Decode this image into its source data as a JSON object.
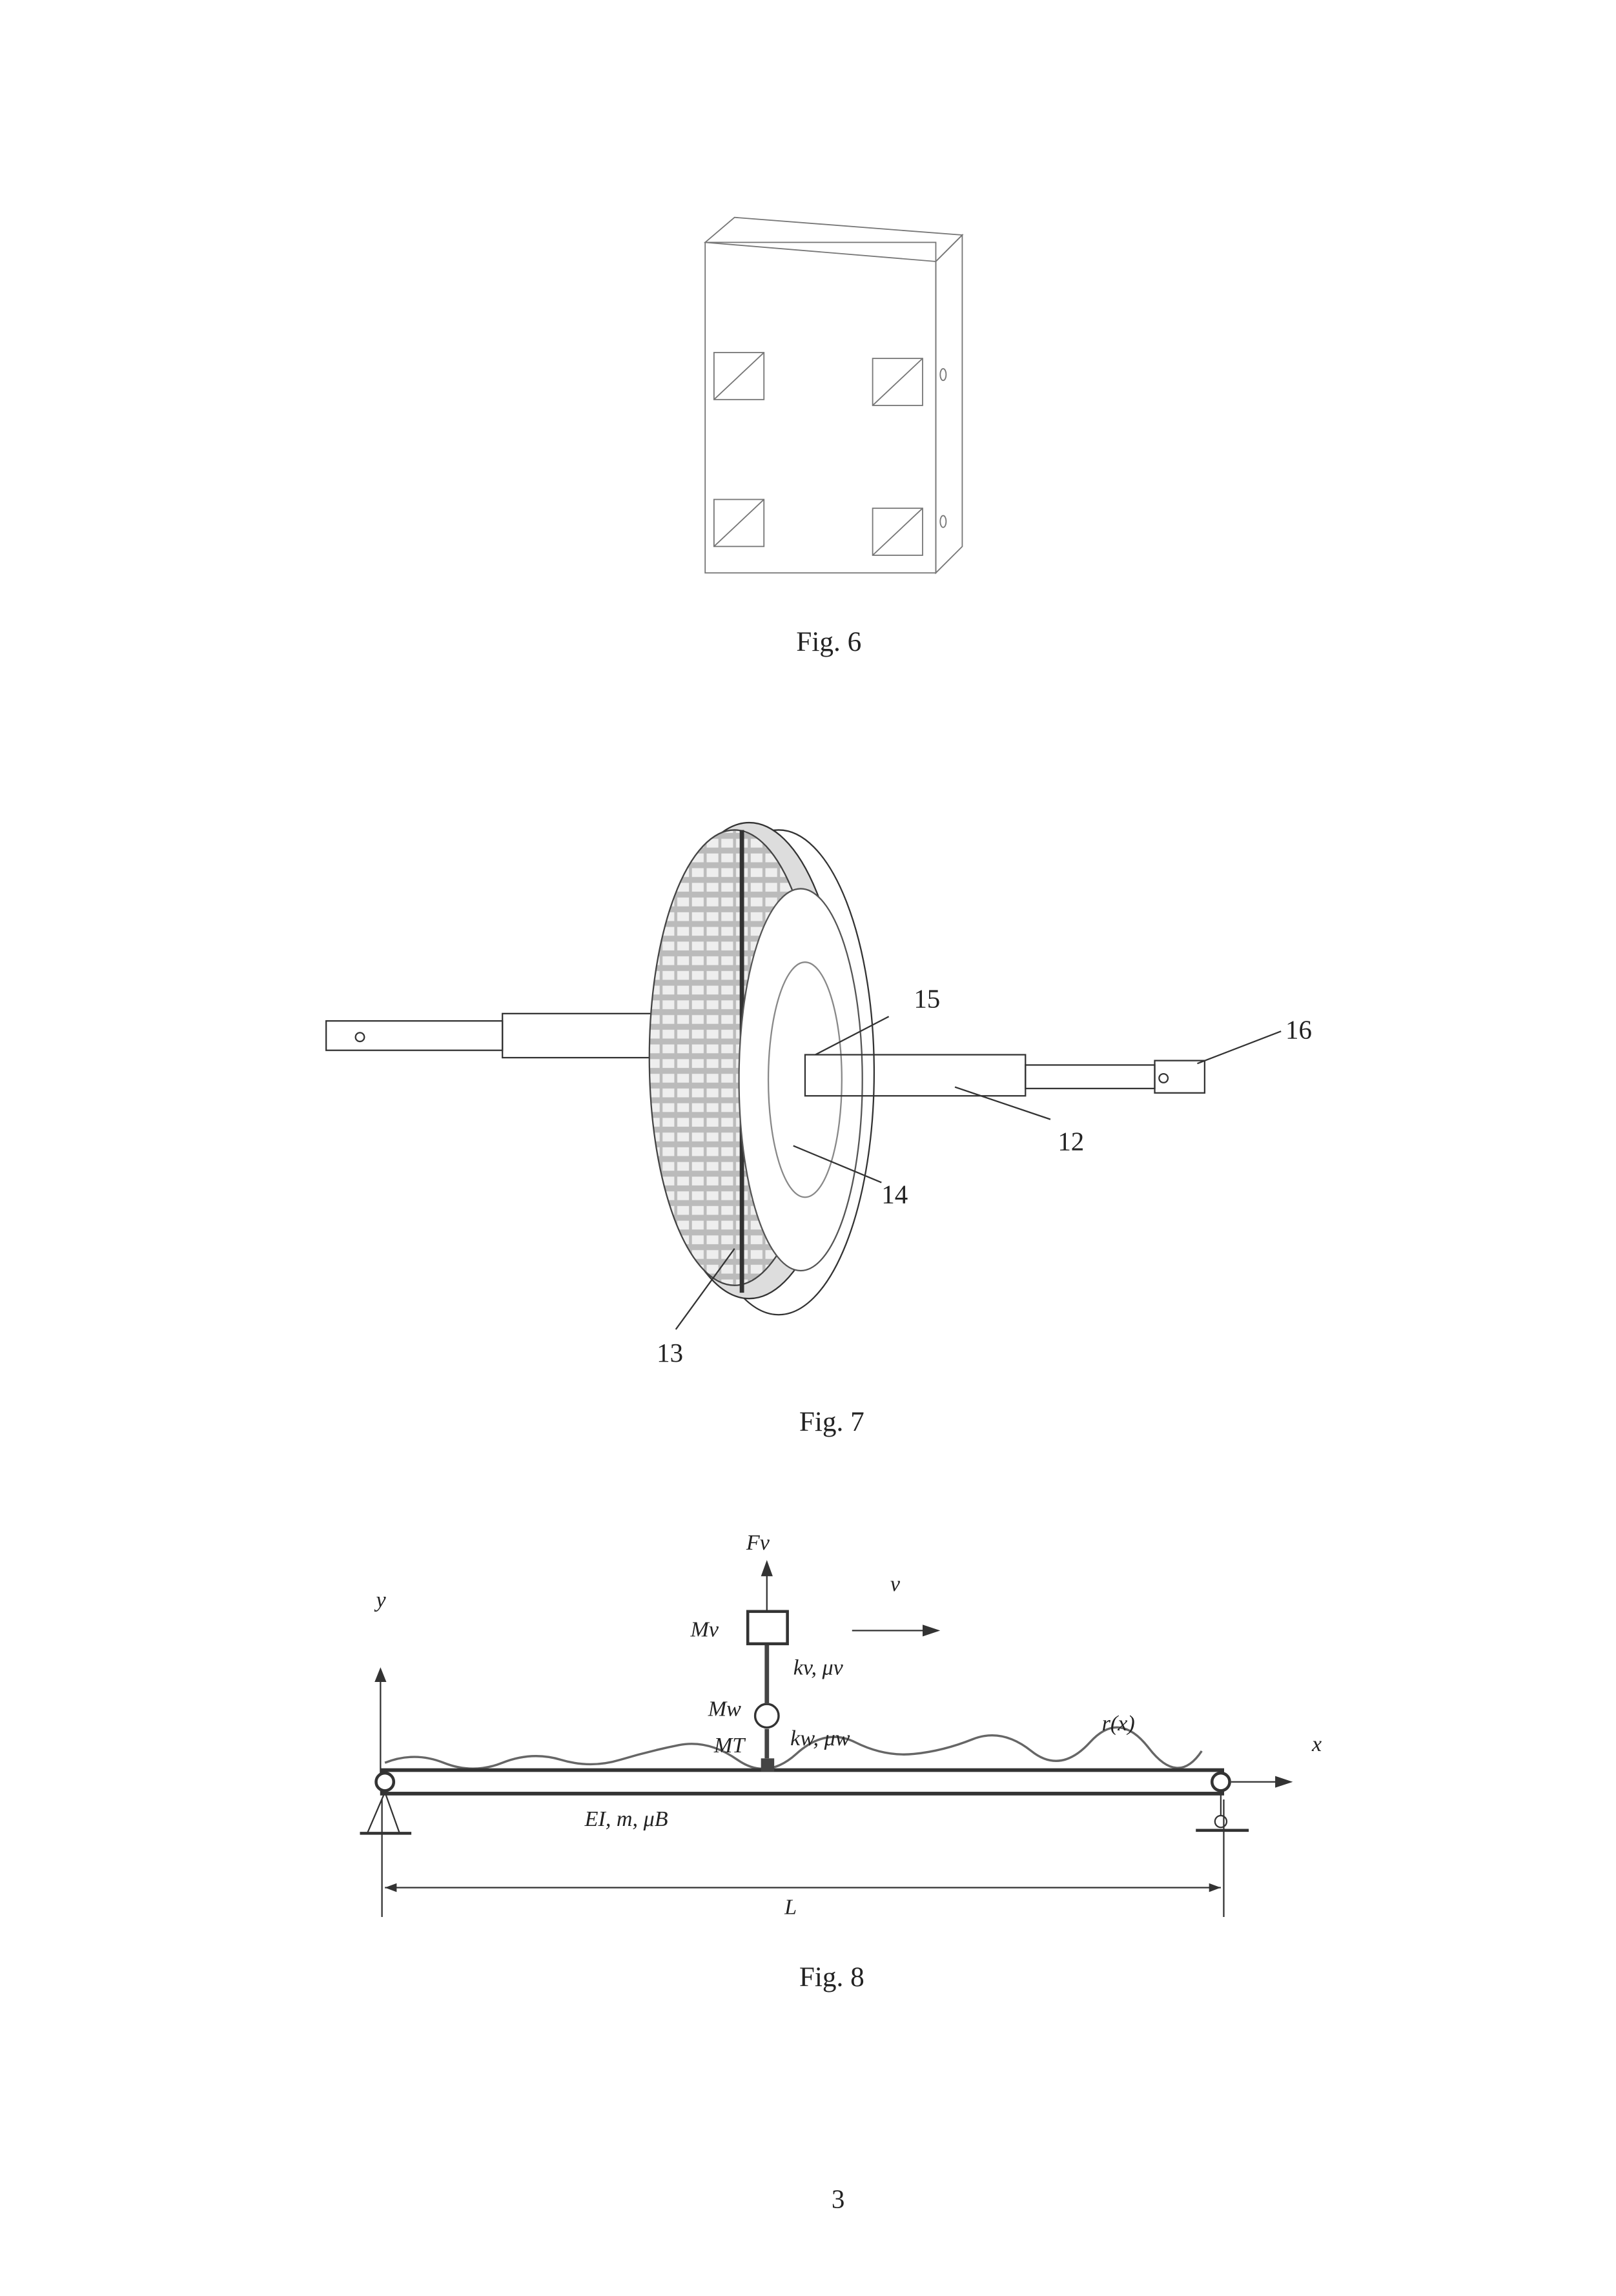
{
  "figures": {
    "fig6": {
      "caption": "Fig. 6"
    },
    "fig7": {
      "caption": "Fig. 7",
      "labels": {
        "l15": "15",
        "l16": "16",
        "l12": "12",
        "l14": "14",
        "l13": "13"
      }
    },
    "fig8": {
      "caption": "Fig. 8",
      "labels": {
        "Fv": "Fv",
        "v": "v",
        "y": "y",
        "Mv": "Mv",
        "kv": "kv, μv",
        "Mw": "Mw",
        "Mt": "MT",
        "kw": "kw, μw",
        "rx": "r(x)",
        "x": "x",
        "beam": "EI, m, μB",
        "L": "L"
      }
    }
  },
  "page_number": "3"
}
